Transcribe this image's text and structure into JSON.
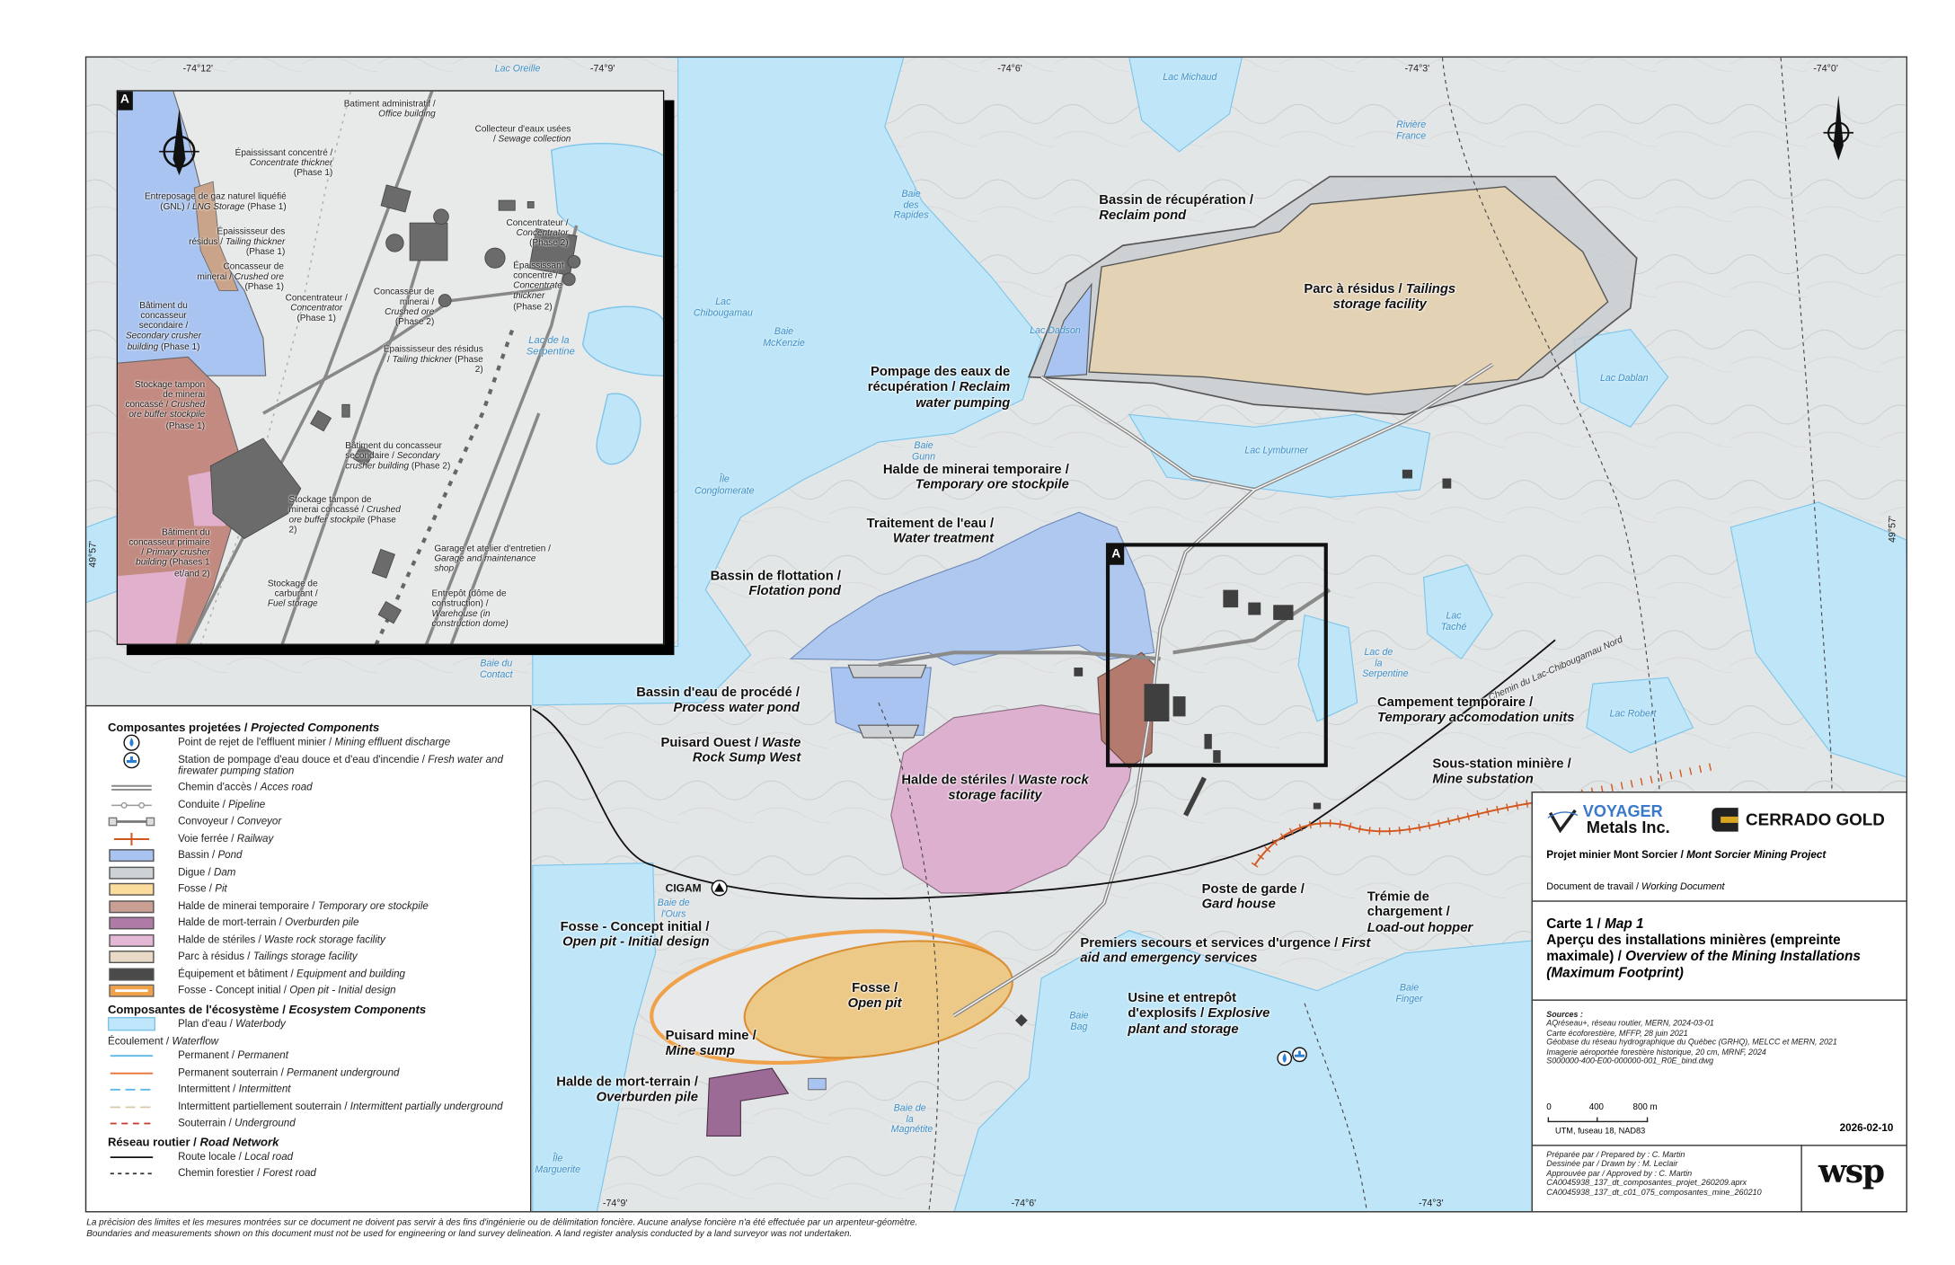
{
  "map": {
    "coords_top": [
      "-74°12'",
      "-74°9'",
      "-74°6'",
      "-74°3'",
      "-74°0'"
    ],
    "coords_bottom": [
      "-74°9'",
      "-74°6'",
      "-74°3'"
    ],
    "coords_side": [
      "49°57'",
      "49°57'"
    ],
    "inset_marker": "A",
    "places": [
      {
        "id": "lac-oreille",
        "text": "Lac Oreille"
      },
      {
        "id": "lac-michaud",
        "text": "Lac Michaud"
      },
      {
        "id": "riviere-france",
        "text": "Rivière France"
      },
      {
        "id": "baie-des-rapides",
        "text": "Baie des Rapides"
      },
      {
        "id": "lac-chibougamau",
        "text": "Lac Chibougamau"
      },
      {
        "id": "baie-mckenzie",
        "text": "Baie McKenzie"
      },
      {
        "id": "lac-dadson",
        "text": "Lac Dadson"
      },
      {
        "id": "lac-dablan",
        "text": "Lac Dablan"
      },
      {
        "id": "baie-gunn",
        "text": "Baie Gunn"
      },
      {
        "id": "lac-lymburner",
        "text": "Lac Lymburner"
      },
      {
        "id": "ile-conglomerate",
        "text": "Île Conglomerate"
      },
      {
        "id": "lac-tache",
        "text": "Lac Taché"
      },
      {
        "id": "lac-serpentine",
        "text": "Lac de la Serpentine"
      },
      {
        "id": "lac-robert",
        "text": "Lac Robert"
      },
      {
        "id": "baie-ours",
        "text": "Baie de l'Ours"
      },
      {
        "id": "baie-bag",
        "text": "Baie Bag"
      },
      {
        "id": "baie-finger",
        "text": "Baie Finger"
      },
      {
        "id": "baie-magnetite",
        "text": "Baie de la Magnétite"
      },
      {
        "id": "ile-marguerite",
        "text": "Île Marguerite"
      },
      {
        "id": "baie-contact",
        "text": "Baie du Contact"
      }
    ],
    "road_name": "Chemin du Lac-Chibougamau Nord",
    "cigam": "CIGAM",
    "labels": [
      {
        "id": "reclaim-pond",
        "fr": "Bassin de récupération /",
        "en": "Reclaim pond"
      },
      {
        "id": "tailings",
        "fr": "Parc à résidus /",
        "en": "Tailings storage facility"
      },
      {
        "id": "reclaim-pumping",
        "fr": "Pompage des eaux de récupération /",
        "en": "Reclaim water pumping"
      },
      {
        "id": "temp-ore",
        "fr": "Halde de minerai temporaire /",
        "en": "Temporary ore stockpile"
      },
      {
        "id": "water-treatment",
        "fr": "Traitement de l'eau /",
        "en": "Water treatment"
      },
      {
        "id": "flotation",
        "fr": "Bassin de flottation /",
        "en": "Flotation pond"
      },
      {
        "id": "process-water",
        "fr": "Bassin d'eau de procédé /",
        "en": "Process water pond"
      },
      {
        "id": "sump-west",
        "fr": "Puisard Ouest /",
        "en": "Waste Rock Sump West"
      },
      {
        "id": "waste-rock",
        "fr": "Halde de stériles /",
        "en": "Waste rock storage facility"
      },
      {
        "id": "temp-camp",
        "fr": "Campement temporaire /",
        "en": "Temporary accomodation units"
      },
      {
        "id": "substation",
        "fr": "Sous-station minière /",
        "en": "Mine substation"
      },
      {
        "id": "guard-house",
        "fr": "Poste de garde /",
        "en": "Gard house"
      },
      {
        "id": "loadout",
        "fr": "Trémie de chargement /",
        "en": "Load-out hopper"
      },
      {
        "id": "first-aid",
        "fr": "Premiers secours et services d'urgence /",
        "en": "First aid and emergency services"
      },
      {
        "id": "explosives",
        "fr": "Usine et entrepôt d'explosifs /",
        "en": "Explosive plant and storage"
      },
      {
        "id": "pit-initial",
        "fr": "Fosse - Concept initial /",
        "en": "Open pit - Initial design"
      },
      {
        "id": "open-pit",
        "fr": "Fosse /",
        "en": "Open pit"
      },
      {
        "id": "mine-sump",
        "fr": "Puisard mine /",
        "en": "Mine sump"
      },
      {
        "id": "overburden",
        "fr": "Halde de mort-terrain /",
        "en": "Overburden pile"
      }
    ]
  },
  "inset": {
    "marker": "A",
    "lake": "Lac de la Serpentine",
    "labels": [
      {
        "id": "office",
        "fr": "Batiment administratif /",
        "en": "Office building",
        "ph": ""
      },
      {
        "id": "sewage",
        "fr": "Collecteur d'eaux usées /",
        "en": "Sewage collection",
        "ph": ""
      },
      {
        "id": "conc-thickener-1",
        "fr": "Épaississant concentré /",
        "en": "Concentrate thickner",
        "ph": "(Phase 1)"
      },
      {
        "id": "lng",
        "fr": "Entreposage de gaz naturel liquéfié (GNL) /",
        "en": "LNG Storage",
        "ph": "(Phase 1)"
      },
      {
        "id": "tail-thickener-1",
        "fr": "Épaississeur des résidus /",
        "en": "Tailing thickner",
        "ph": "(Phase 1)"
      },
      {
        "id": "crushed-ore-1",
        "fr": "Concasseur de minerai /",
        "en": "Crushed ore",
        "ph": "(Phase 1)"
      },
      {
        "id": "sec-crusher-1",
        "fr": "Bâtiment du concasseur secondaire /",
        "en": "Secondary crusher building",
        "ph": "(Phase 1)"
      },
      {
        "id": "concentrator-1",
        "fr": "Concentrateur /",
        "en": "Concentrator",
        "ph": "(Phase 1)"
      },
      {
        "id": "crushed-ore-2",
        "fr": "Concasseur de minerai /",
        "en": "Crushed ore",
        "ph": "(Phase 2)"
      },
      {
        "id": "tail-thickener-2",
        "fr": "Épaississeur des résidus /",
        "en": "Tailing thickner",
        "ph": "(Phase 2)"
      },
      {
        "id": "concentrator-2",
        "fr": "Concentrateur /",
        "en": "Concentrator",
        "ph": "(Phase 2)"
      },
      {
        "id": "conc-thickener-2",
        "fr": "Épaississant concentré /",
        "en": "Concentrate thickner",
        "ph": "(Phase 2)"
      },
      {
        "id": "buffer-1",
        "fr": "Stockage tampon de minerai concassé /",
        "en": "Crushed ore buffer stockpile",
        "ph": "(Phase 1)"
      },
      {
        "id": "sec-crusher-2",
        "fr": "Bâtiment du concasseur secondaire /",
        "en": "Secondary crusher building",
        "ph": "(Phase 2)"
      },
      {
        "id": "buffer-2",
        "fr": "Stockage tampon de minerai concassé /",
        "en": "Crushed ore buffer stockpile",
        "ph": "(Phase 2)"
      },
      {
        "id": "primary-crusher",
        "fr": "Bâtiment du concasseur primaire /",
        "en": "Primary crusher building",
        "ph": "(Phases 1 et/and 2)"
      },
      {
        "id": "garage",
        "fr": "Garage et atelier d'entretien /",
        "en": "Garage and maintenance shop",
        "ph": ""
      },
      {
        "id": "fuel",
        "fr": "Stockage de carburant /",
        "en": "Fuel storage",
        "ph": ""
      },
      {
        "id": "warehouse",
        "fr": "Entrepôt (dôme de construction) /",
        "en": "Warehouse (in construction dome)",
        "ph": ""
      }
    ]
  },
  "legend": {
    "projected": {
      "fr": "Composantes projetées /",
      "en": "Projected Components"
    },
    "projected_items": [
      {
        "fr": "Point de rejet de l'effluent minier /",
        "en": "Mining effluent discharge",
        "sym": "effluent-icon",
        "color": "#2a7fd4"
      },
      {
        "fr": "Station de pompage d'eau douce et d'eau d'incendie /",
        "en": "Fresh water and firewater pumping station",
        "sym": "pump-icon",
        "color": "#2a7fd4"
      },
      {
        "fr": "Chemin d'accès /",
        "en": "Acces road",
        "sym": "access-road",
        "color": "#8a8a8a"
      },
      {
        "fr": "Conduite /",
        "en": "Pipeline",
        "sym": "pipeline",
        "color": "#999999"
      },
      {
        "fr": "Convoyeur /",
        "en": "Conveyor",
        "sym": "conveyor",
        "color": "#777777"
      },
      {
        "fr": "Voie ferrée /",
        "en": "Railway",
        "sym": "railway",
        "color": "#d2561e"
      },
      {
        "fr": "Bassin /",
        "en": "Pond",
        "sym": "fill",
        "color": "#a9c4f0"
      },
      {
        "fr": "Digue /",
        "en": "Dam",
        "sym": "fill",
        "color": "#cfd2d4"
      },
      {
        "fr": "Fosse /",
        "en": "Pit",
        "sym": "fill",
        "color": "#fbdc9c"
      },
      {
        "fr": "Halde de minerai temporaire /",
        "en": "Temporary ore stockpile",
        "sym": "fill",
        "color": "#c9a093"
      },
      {
        "fr": "Halde de mort-terrain /",
        "en": "Overburden pile",
        "sym": "fill",
        "color": "#b07aa6"
      },
      {
        "fr": "Halde de stériles /",
        "en": "Waste rock storage facility",
        "sym": "fill",
        "color": "#e4b7d6"
      },
      {
        "fr": "Parc à résidus /",
        "en": "Tailings storage facility",
        "sym": "fill",
        "color": "#e8dac6"
      },
      {
        "fr": "Équipement et bâtiment /",
        "en": "Equipment and building",
        "sym": "fill",
        "color": "#4a4a4a"
      },
      {
        "fr": "Fosse - Concept initial /",
        "en": "Open pit - Initial design",
        "sym": "pit-initial",
        "color": "#f0a24a"
      }
    ],
    "ecosystem": {
      "fr": "Composantes de l'écosystème /",
      "en": "Ecosystem Components"
    },
    "waterbody": {
      "fr": "Plan d'eau /",
      "en": "Waterbody",
      "color": "#bfe6fa"
    },
    "waterflow": {
      "fr": "Écoulement /",
      "en": "Waterflow"
    },
    "waterflow_items": [
      {
        "fr": "Permanent /",
        "en": "Permanent",
        "color": "#5bb8e8",
        "dash": ""
      },
      {
        "fr": "Permanent souterrain /",
        "en": "Permanent underground",
        "color": "#e8743a",
        "dash": ""
      },
      {
        "fr": "Intermittent /",
        "en": "Intermittent",
        "color": "#5bb8e8",
        "dash": "8 4"
      },
      {
        "fr": "Intermittent partiellement souterrain /",
        "en": "Intermittent partially underground",
        "color": "#d8c8a8",
        "dash": "8 4"
      },
      {
        "fr": "Souterrain /",
        "en": "Underground",
        "color": "#c0392b",
        "dash": "5 4"
      }
    ],
    "road": {
      "fr": "Réseau routier /",
      "en": "Road Network"
    },
    "road_items": [
      {
        "fr": "Route locale /",
        "en": "Local road",
        "color": "#111111",
        "dash": ""
      },
      {
        "fr": "Chemin forestier /",
        "en": "Forest road",
        "color": "#333333",
        "dash": "3 3"
      }
    ]
  },
  "title_block": {
    "logo_voyager_1": "VOYAGER",
    "logo_voyager_2": "Metals Inc.",
    "logo_cerrado": "CERRADO GOLD",
    "project_fr": "Projet minier Mont Sorcier /",
    "project_en": "Mont Sorcier Mining Project",
    "doc_fr": "Document de travail /",
    "doc_en": "Working Document",
    "map_no_fr": "Carte 1 /",
    "map_no_en": "Map 1",
    "title_fr": "Aperçu des installations minières (empreinte maximale) /",
    "title_en": "Overview of the Mining Installations (Maximum Footprint)",
    "sources_head": "Sources :",
    "sources": [
      "AQréseau+, réseau routier, MERN, 2024-03-01",
      "Carte écoforestière, MFFP, 28 juin 2021",
      "Géobase du réseau hydrographique du Québec (GRHQ), MELCC et MERN, 2021",
      "Imagerie aéroportée forestière historique, 20 cm, MRNF, 2024",
      "S000000-400-E00-000000-001_R0E_bind.dwg"
    ],
    "scale_ticks": [
      "0",
      "400",
      "800 m"
    ],
    "projection": "UTM, fuseau 18, NAD83",
    "date": "2026-02-10",
    "credits": [
      "Préparée par / Prepared by : C. Martin",
      "Dessinée par / Drawn by : M. Leclair",
      "Approuvée par / Approved by : C. Martin",
      "CA0045938_137_dt_composantes_projet_260209.aprx",
      "CA0045938_137_dt_c01_075_composantes_mine_260210"
    ],
    "wsp": "wsp",
    "colors": {
      "voyager_blue": "#3a78c9",
      "cerrado_gold": "#d9a520"
    }
  },
  "disclaimer_fr": "La précision des limites et les mesures montrées sur ce document ne doivent pas servir à des fins d'ingénierie ou de délimitation foncière. Aucune analyse foncière n'a été effectuée par un arpenteur-géomètre.",
  "disclaimer_en": "Boundaries and measurements shown on this document must not be used for engineering or land survey delineation. A land register analysis conducted by a land surveyor was not undertaken."
}
